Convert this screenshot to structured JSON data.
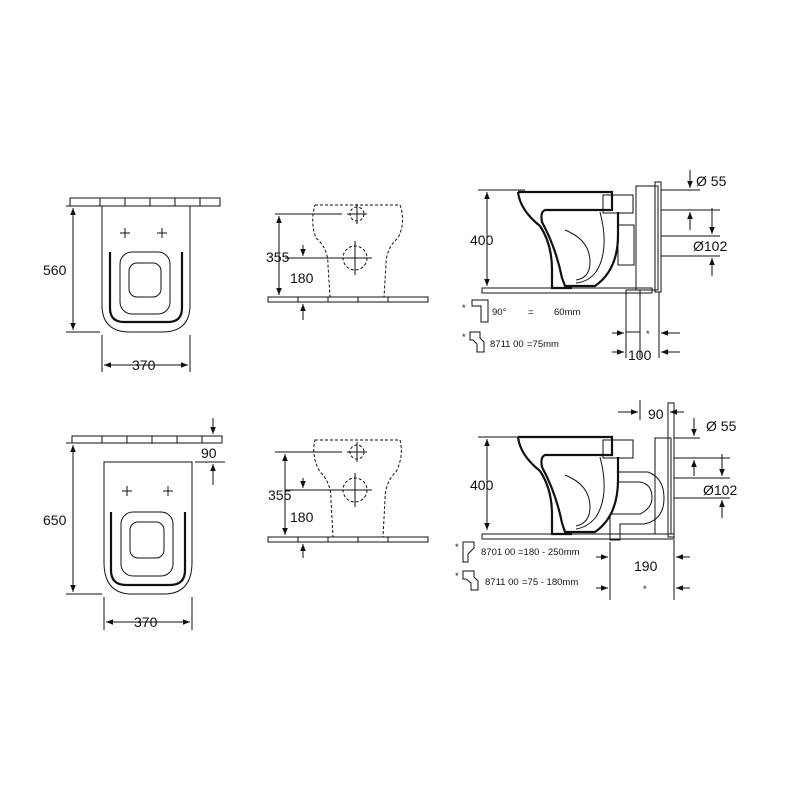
{
  "top": {
    "plan": {
      "depth": "560",
      "width": "370"
    },
    "front": {
      "height_a": "355",
      "height_b": "180"
    },
    "side": {
      "height": "400",
      "outlet_diam": "Ø 55",
      "pipe_diam": "Ø102",
      "offset": "100",
      "offset_star": "*",
      "fitting1": {
        "star": "*",
        "angle": "90°",
        "eq": "=",
        "value": "60mm"
      },
      "fitting2": {
        "star": "*",
        "code": "8711 00",
        "value": "=75mm"
      }
    }
  },
  "bottom": {
    "plan": {
      "depth": "650",
      "width": "370",
      "gap": "90"
    },
    "front": {
      "height_a": "355",
      "height_b": "180"
    },
    "side": {
      "height": "400",
      "gap": "90",
      "outlet_diam": "Ø 55",
      "pipe_diam": "Ø102",
      "offset": "190",
      "offset_star": "*",
      "fitting1": {
        "star": "*",
        "code": "8701 00",
        "value": "=180 - 250mm"
      },
      "fitting2": {
        "star": "*",
        "code": "8711 00",
        "value": "=75 -  180mm"
      }
    }
  }
}
